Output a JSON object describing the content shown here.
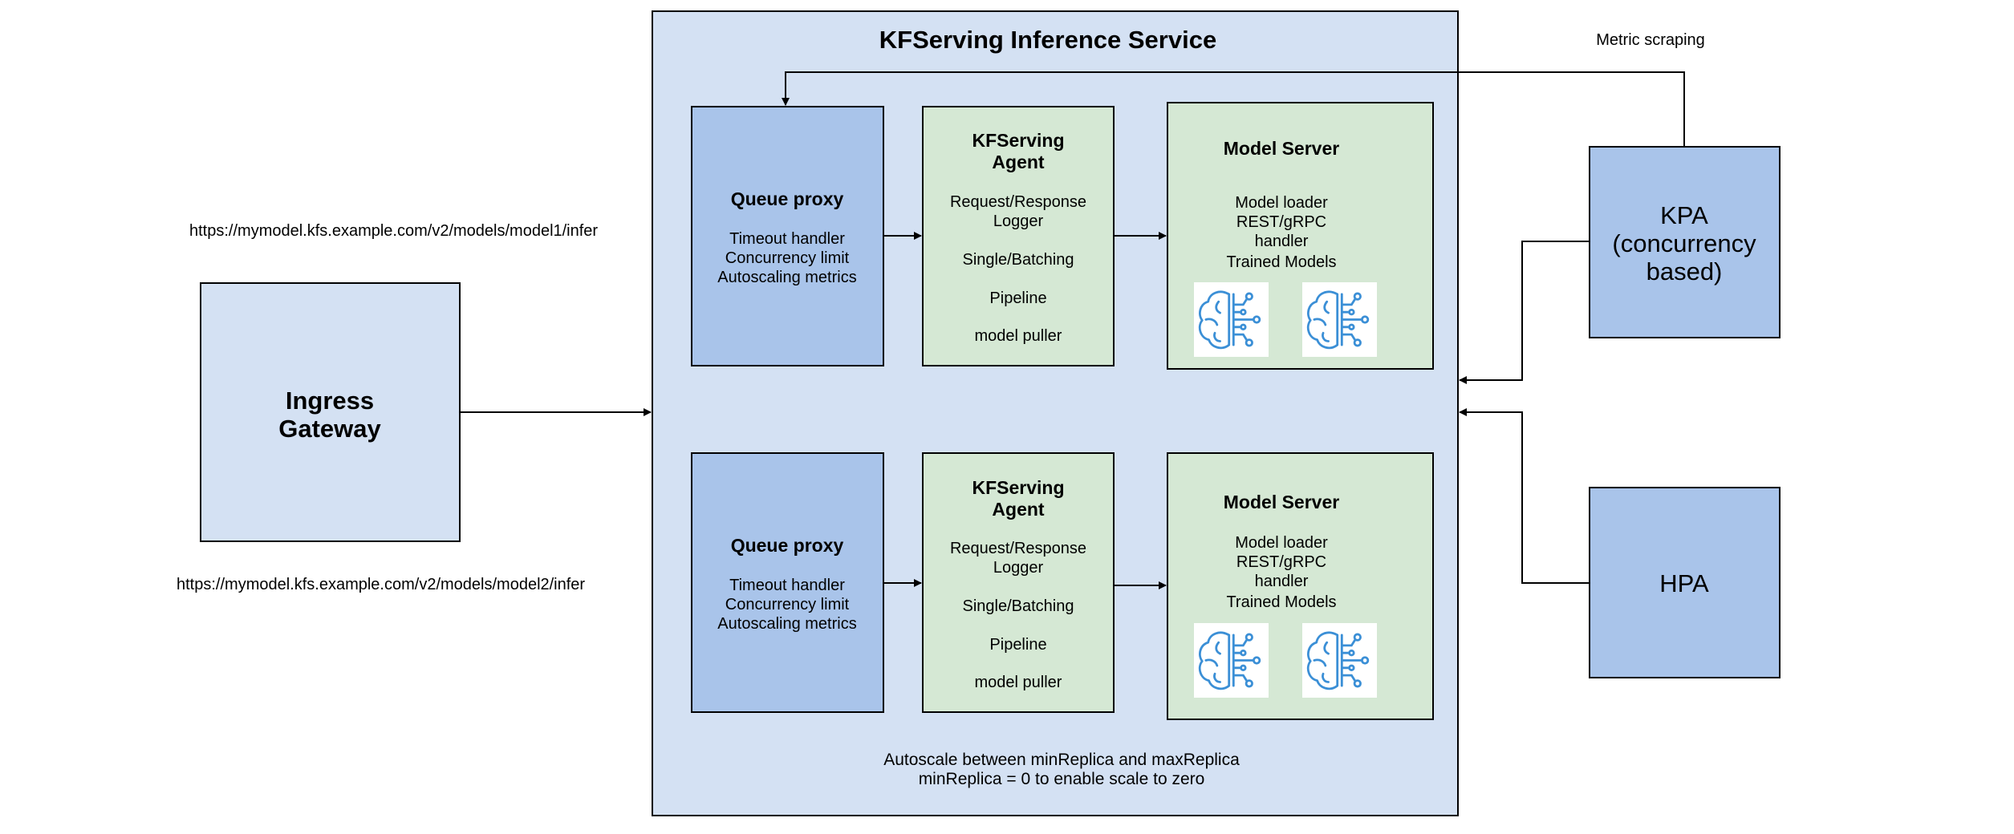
{
  "colors": {
    "service_fill": "#d4e1f3",
    "queue_fill": "#a9c4ea",
    "agent_fill": "#d5e8d4",
    "ingress_fill": "#d4e1f3",
    "autoscaler_fill": "#a9c4ea",
    "stroke": "#000000"
  },
  "service": {
    "title": "KFServing Inference Service",
    "footer_line1": "Autoscale between minReplica and maxReplica",
    "footer_line2": "minReplica = 0 to enable scale to zero"
  },
  "ingress": {
    "line1": "Ingress",
    "line2": "Gateway"
  },
  "urls": {
    "model1": "https://mymodel.kfs.example.com/v2/models/model1/infer",
    "model2": "https://mymodel.kfs.example.com/v2/models/model2/infer"
  },
  "metric_label": "Metric scraping",
  "kpa": {
    "line1": "KPA",
    "line2": "(concurrency",
    "line3": "based)"
  },
  "hpa": {
    "label": "HPA"
  },
  "rows": [
    {
      "queue_proxy": {
        "title": "Queue proxy",
        "line1": "Timeout handler",
        "line2": "Concurrency limit",
        "line3": "Autoscaling metrics"
      },
      "agent": {
        "title1": "KFServing",
        "title2": "Agent",
        "line1": "Request/Response",
        "line2": "Logger",
        "line3": "Single/Batching",
        "line4": "Pipeline",
        "line5": "model puller"
      },
      "model_server": {
        "title": "Model Server",
        "line1": "Model loader",
        "line2": "REST/gRPC",
        "line3": "handler",
        "line4": "Trained Models",
        "icons": [
          "brain-circuit-icon",
          "brain-circuit-icon"
        ]
      }
    },
    {
      "queue_proxy": {
        "title": "Queue proxy",
        "line1": "Timeout handler",
        "line2": "Concurrency limit",
        "line3": "Autoscaling metrics"
      },
      "agent": {
        "title1": "KFServing",
        "title2": "Agent",
        "line1": "Request/Response",
        "line2": "Logger",
        "line3": "Single/Batching",
        "line4": "Pipeline",
        "line5": "model puller"
      },
      "model_server": {
        "title": "Model Server",
        "line1": "Model loader",
        "line2": "REST/gRPC",
        "line3": "handler",
        "line4": "Trained Models",
        "icons": [
          "brain-circuit-icon",
          "brain-circuit-icon"
        ]
      }
    }
  ]
}
